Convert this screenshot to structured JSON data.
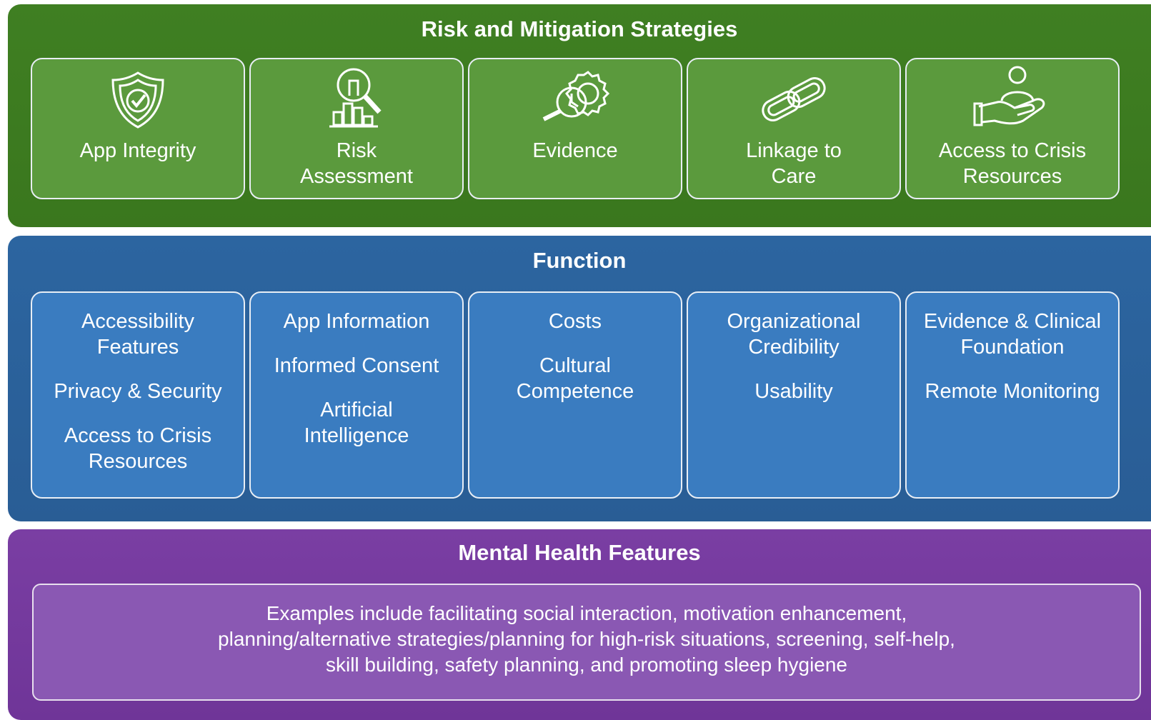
{
  "risk": {
    "title": "Risk and Mitigation Strategies",
    "cards": [
      {
        "label": "App Integrity",
        "icon": "shield-check-icon"
      },
      {
        "label": "Risk\nAssessment",
        "icon": "magnifier-bar-chart-icon"
      },
      {
        "label": "Evidence",
        "icon": "gear-magnifier-icon"
      },
      {
        "label": "Linkage to\nCare",
        "icon": "chain-link-icon"
      },
      {
        "label": "Access to Crisis\nResources",
        "icon": "hand-person-icon"
      }
    ]
  },
  "function": {
    "title": "Function",
    "cards": [
      {
        "items": [
          "Accessibility\nFeatures",
          "Privacy & Security",
          "Access to Crisis\nResources"
        ]
      },
      {
        "items": [
          "App Information",
          "Informed Consent",
          "Artificial\nIntelligence"
        ]
      },
      {
        "items": [
          "Costs",
          "Cultural\nCompetence"
        ]
      },
      {
        "items": [
          "Organizational\nCredibility",
          "Usability"
        ]
      },
      {
        "items": [
          "Evidence & Clinical\nFoundation",
          "Remote Monitoring"
        ]
      }
    ]
  },
  "mental_health": {
    "title": "Mental Health Features",
    "text": "Examples include facilitating social interaction, motivation enhancement,\nplanning/alternative strategies/planning for high-risk situations, screening, self-help,\nskill building, safety planning, and promoting sleep hygiene"
  },
  "colors": {
    "risk_band": "#3f7f22",
    "risk_card": "#5b9a3d",
    "function_band": "#2c65a0",
    "function_card": "#3a7cc0",
    "mental_health_band": "#7a3ea3",
    "mental_health_card": "#8a58b3"
  }
}
